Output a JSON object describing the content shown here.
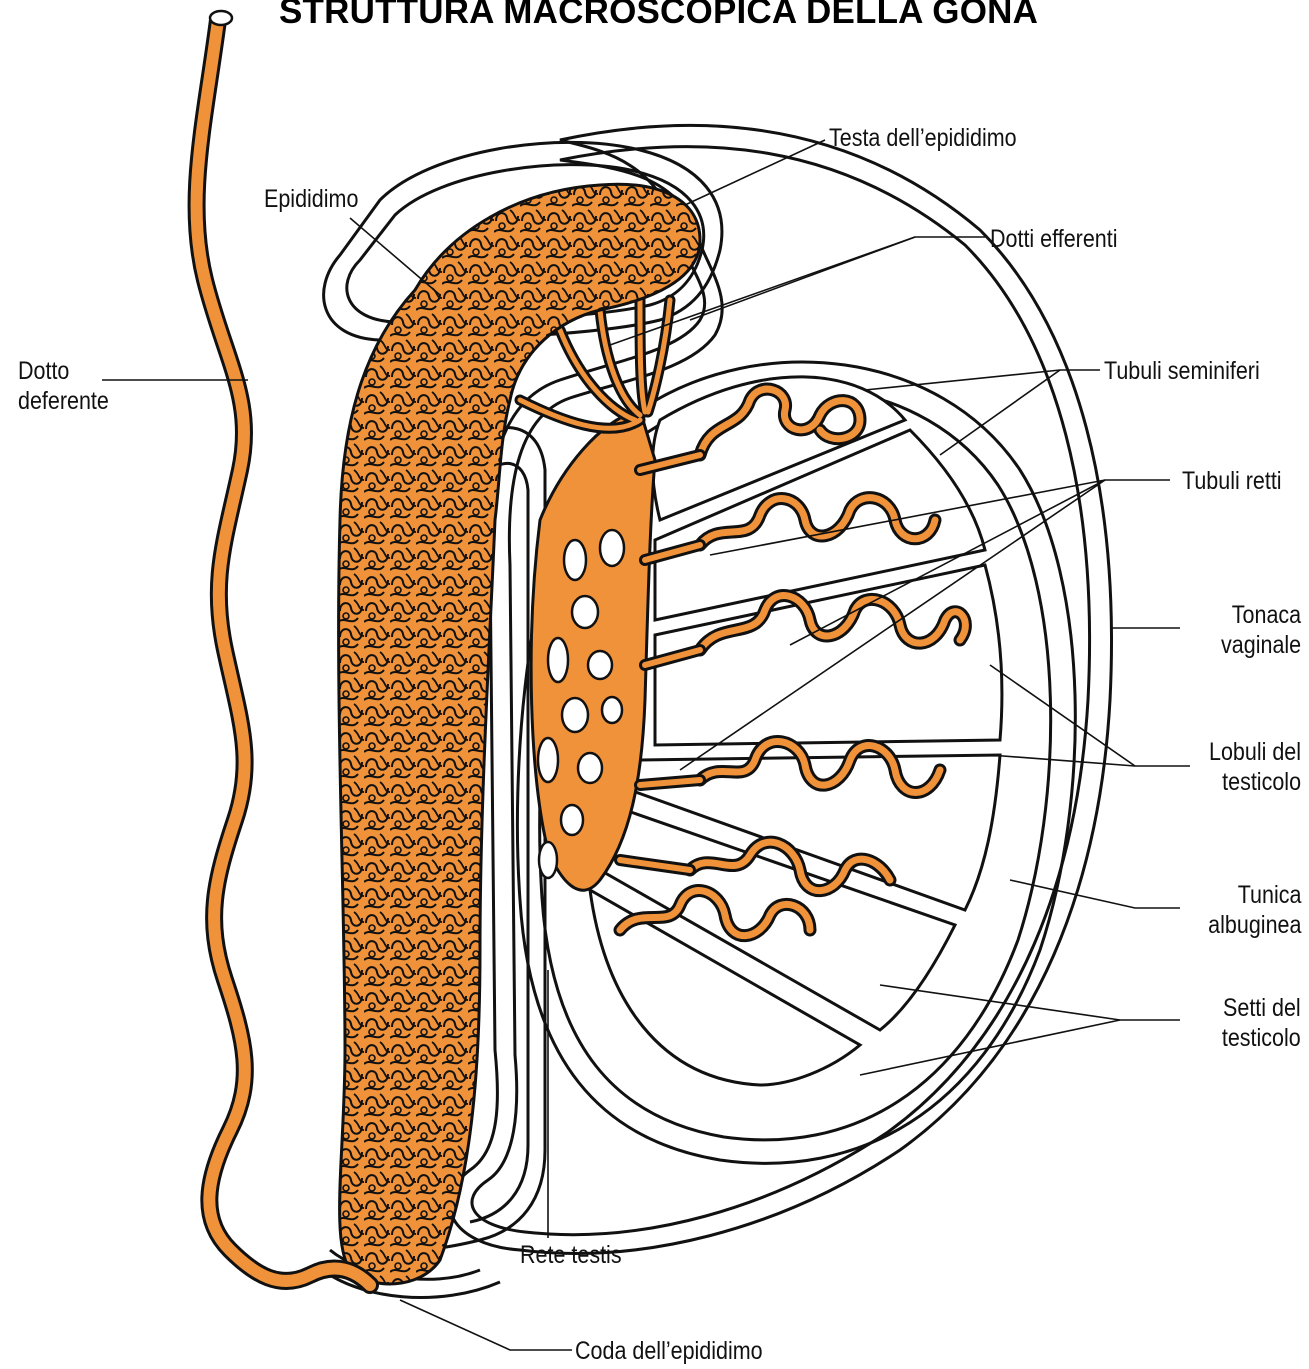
{
  "title": "STRUTTURA MACROSCOPICA DELLA GONA",
  "labels": {
    "testa_epididimo": "Testa dell’epididimo",
    "epididimo": "Epididimo",
    "dotti_efferenti": "Dotti efferenti",
    "dotto_deferente_1": "Dotto",
    "dotto_deferente_2": "deferente",
    "tubuli_seminiferi": "Tubuli seminiferi",
    "tubuli_retti": "Tubuli retti",
    "tonaca_vaginale_1": "Tonaca",
    "tonaca_vaginale_2": "vaginale",
    "lobuli_1": "Lobuli del",
    "lobuli_2": "testicolo",
    "tunica_1": "Tunica",
    "tunica_2": "albuginea",
    "setti_1": "Setti del",
    "setti_2": "testicolo",
    "rete_testis": "Rete testis",
    "coda_epididimo": "Coda dell’epididimo"
  },
  "colors": {
    "tissue_orange": "#F0923A",
    "outline": "#111111",
    "background": "#FFFFFF"
  }
}
